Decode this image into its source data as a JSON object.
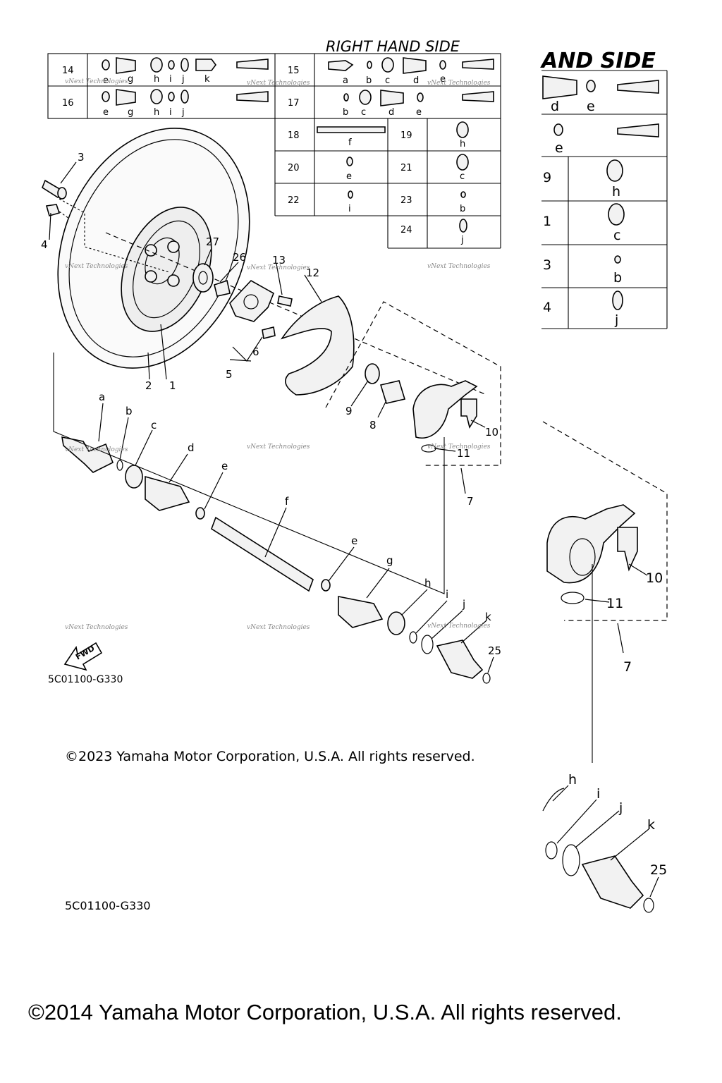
{
  "header": {
    "title": "RIGHT HAND SIDE",
    "title_zoom": "AND SIDE"
  },
  "table": {
    "rows": [
      {
        "ref": "14",
        "codes": [
          "e",
          "g",
          "h",
          "i",
          "j",
          "k"
        ]
      },
      {
        "ref": "15",
        "codes": [
          "a",
          "b",
          "c",
          "d",
          "e"
        ]
      },
      {
        "ref": "16",
        "codes": [
          "e",
          "g",
          "h",
          "i",
          "j"
        ]
      },
      {
        "ref": "17",
        "codes": [
          "b",
          "c",
          "d",
          "e"
        ]
      },
      {
        "ref": "18",
        "codes": [
          "f"
        ]
      },
      {
        "ref": "19",
        "codes": [
          "h"
        ]
      },
      {
        "ref": "20",
        "codes": [
          "e"
        ]
      },
      {
        "ref": "21",
        "codes": [
          "c"
        ]
      },
      {
        "ref": "22",
        "codes": [
          "i"
        ]
      },
      {
        "ref": "23",
        "codes": [
          "b"
        ]
      },
      {
        "ref": "24",
        "codes": [
          "j"
        ]
      }
    ]
  },
  "zoom_table": {
    "row1": [
      "d",
      "e"
    ],
    "row2": [
      "e"
    ],
    "refs": [
      "9",
      "1",
      "3",
      "4"
    ],
    "codes": [
      "h",
      "c",
      "b",
      "j"
    ]
  },
  "callouts": {
    "n1": "1",
    "n2": "2",
    "n3": "3",
    "n4": "4",
    "n5": "5",
    "n6": "6",
    "n7": "7",
    "n8": "8",
    "n9": "9",
    "n10": "10",
    "n11": "11",
    "n12": "12",
    "n13": "13",
    "n25": "25",
    "n26": "26",
    "n27": "27",
    "a": "a",
    "b": "b",
    "c": "c",
    "d": "d",
    "e": "e",
    "f": "f",
    "g": "g",
    "h": "h",
    "i": "i",
    "j": "j",
    "k": "k"
  },
  "zoom_callouts": {
    "n10": "10",
    "n11": "11",
    "n7": "7",
    "h": "h",
    "i": "i",
    "j": "j",
    "k": "k",
    "n25": "25"
  },
  "watermark": "vNext Technologies",
  "fwd_label": "FWD",
  "diagram_code": "5C01100-G330",
  "diagram_code_zoom": "5C01100-G330",
  "copyright_2023": "©2023 Yamaha Motor Corporation, U.S.A. All rights reserved.",
  "copyright_2014": "©2014 Yamaha Motor Corporation, U.S.A. All rights reserved."
}
